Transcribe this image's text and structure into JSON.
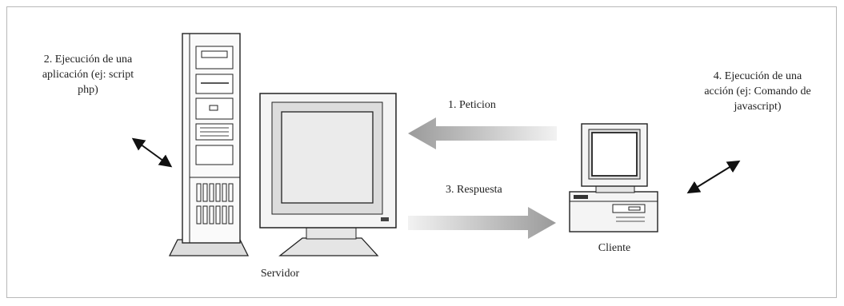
{
  "labels": {
    "server_exec_1": "2. Ejecución de una",
    "server_exec_2": "aplicación (ej: script",
    "server_exec_3": "php)",
    "client_exec_1": "4. Ejecución de una",
    "client_exec_2": "acción (ej: Comando de",
    "client_exec_3": "javascript)",
    "request": "1. Peticion",
    "response": "3. Respuesta",
    "server": "Servidor",
    "client": "Cliente"
  }
}
